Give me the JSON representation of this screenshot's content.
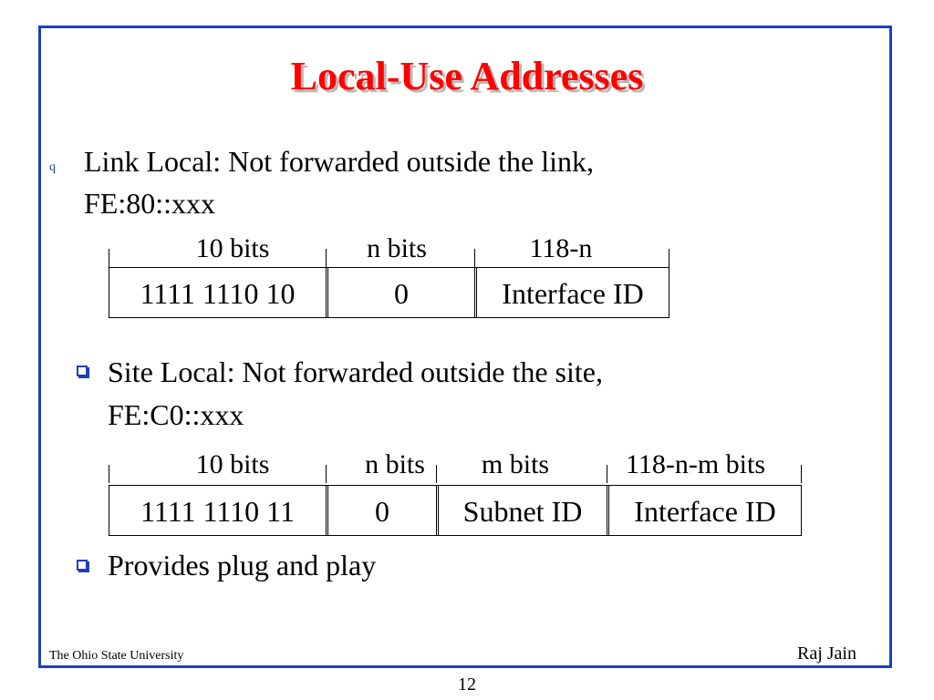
{
  "slide": {
    "title": "Local-Use Addresses",
    "link_local": {
      "bullet_glyph": "q",
      "line1": "Link Local: Not forwarded outside the link,",
      "line2": "FE:80::xxx",
      "bits_labels": [
        "10 bits",
        "n bits",
        "118-n"
      ],
      "fields": [
        "1111 1110 10",
        "0",
        "Interface ID"
      ]
    },
    "site_local": {
      "line1": "Site Local: Not forwarded outside the site,",
      "line2": "FE:C0::xxx",
      "bits_labels": [
        "10 bits",
        "n bits",
        "m bits",
        "118-n-m bits"
      ],
      "fields": [
        "1111 1110 11",
        "0",
        "Subnet ID",
        "Interface ID"
      ]
    },
    "plug_play": "Provides plug and play"
  },
  "footer": {
    "left": "The Ohio State University",
    "right": "Raj Jain",
    "page": "12"
  },
  "colors": {
    "title": "#ff0000",
    "frame": "#1f3fbf",
    "bullet": "#1f3fbf"
  }
}
